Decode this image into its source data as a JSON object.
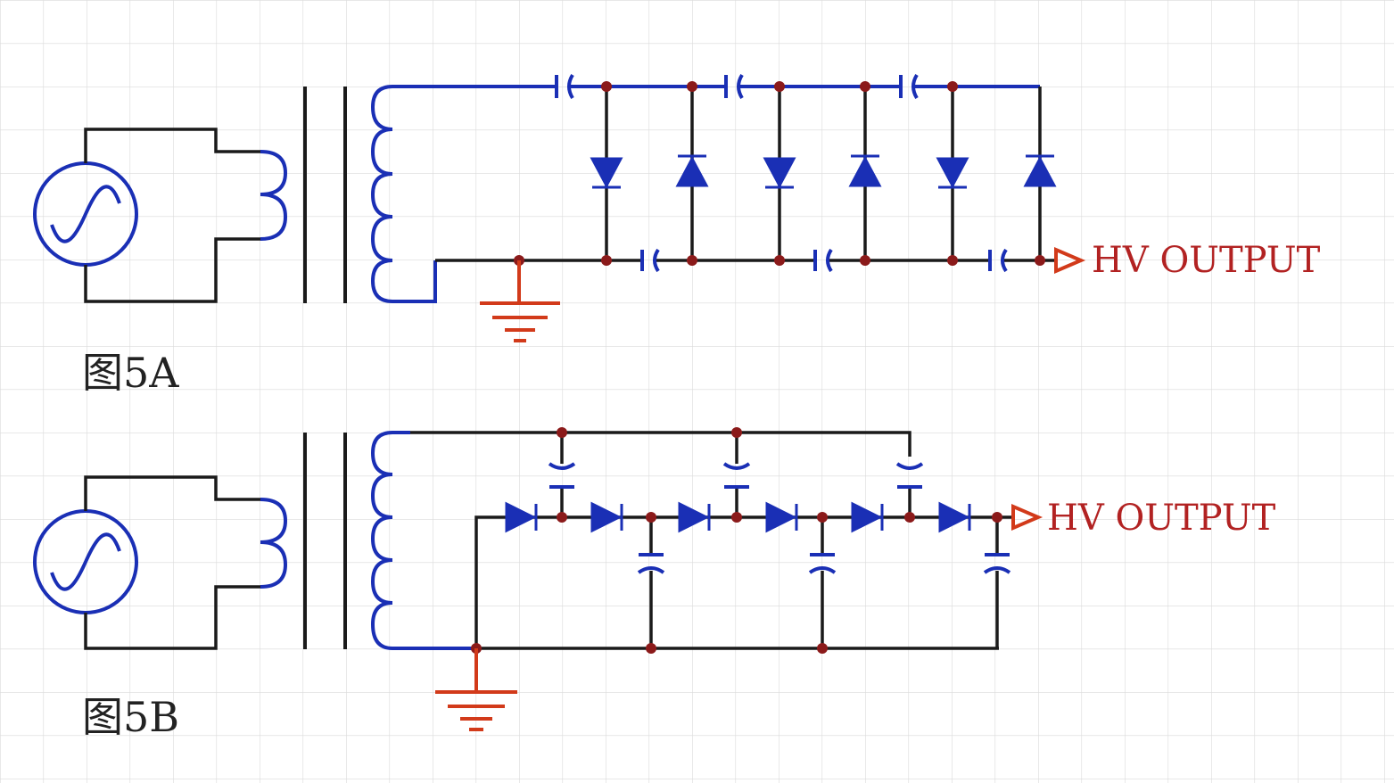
{
  "colors": {
    "wire": "#1a1a1a",
    "component": "#1a2fb5",
    "node": "#8b1a1a",
    "ground": "#d23a1a",
    "output": "#c0392b",
    "grid": "#d9d9d9"
  },
  "figures": [
    {
      "id": "5A",
      "caption": "图5A",
      "output_label": "HV OUTPUT"
    },
    {
      "id": "5B",
      "caption": "图5B",
      "output_label": "HV OUTPUT"
    }
  ]
}
